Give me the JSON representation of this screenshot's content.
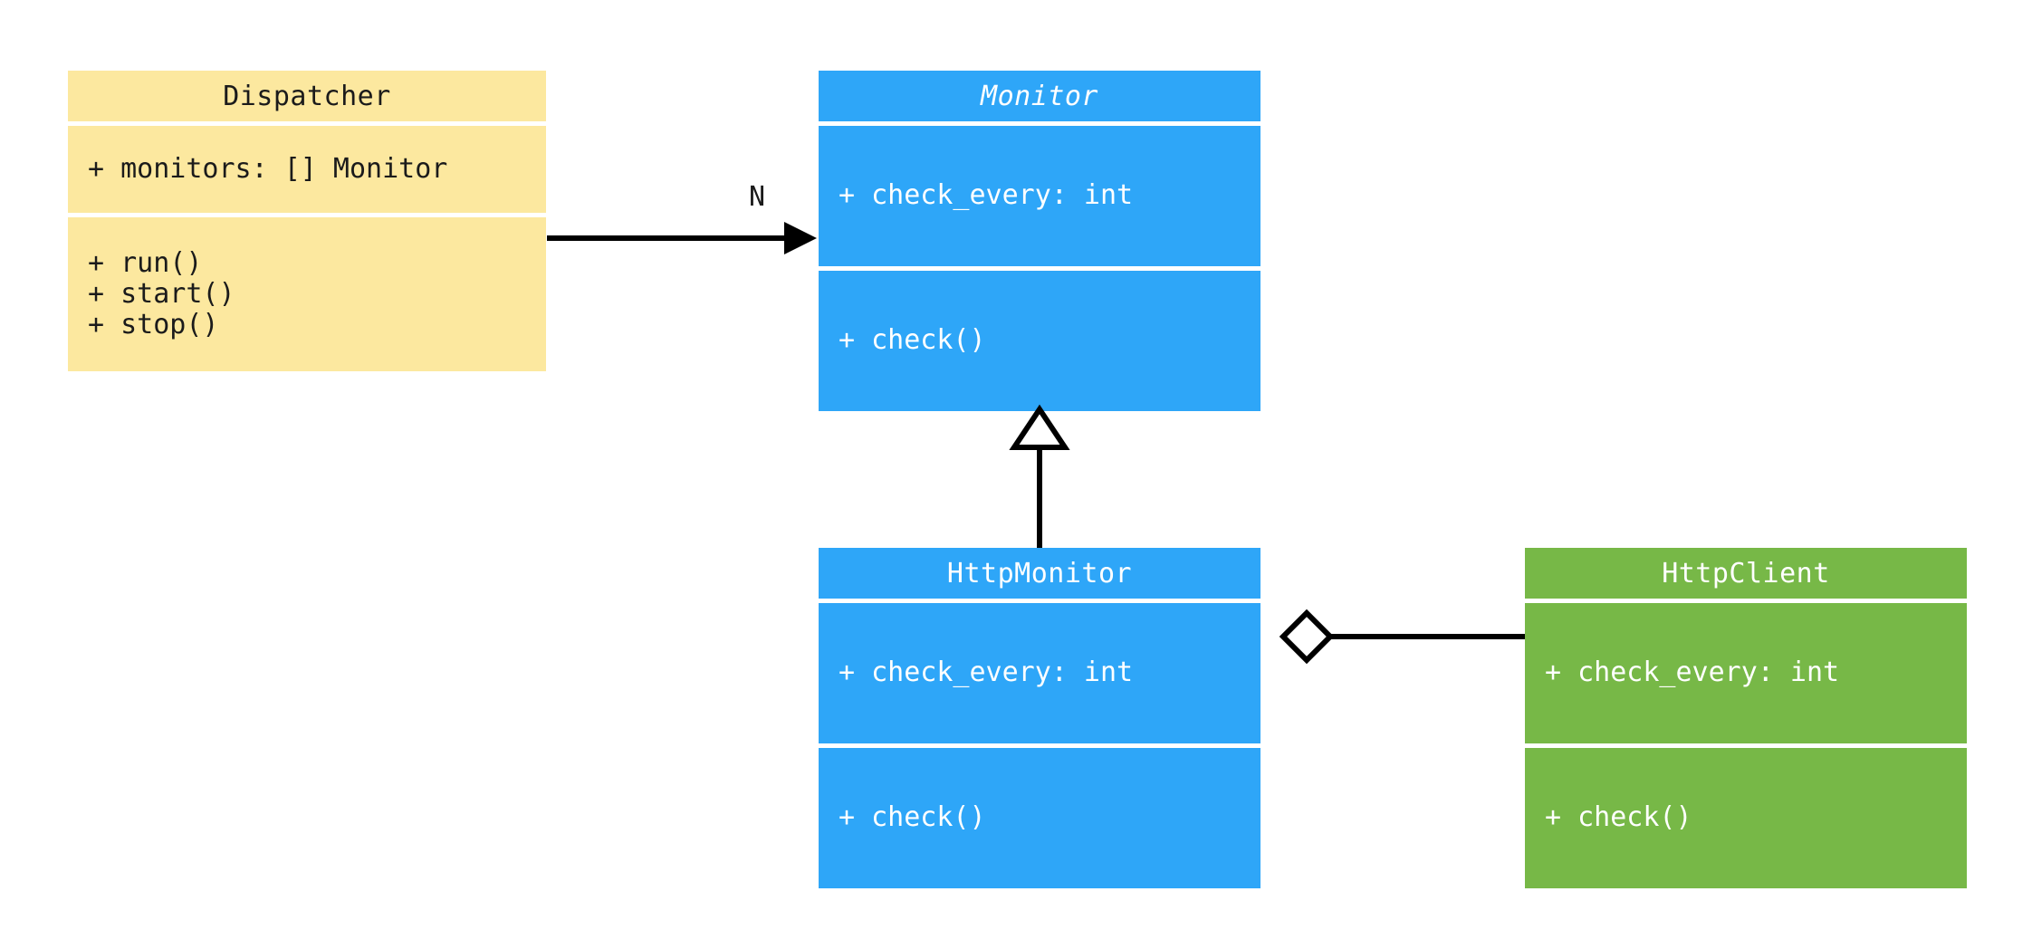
{
  "diagram": {
    "kind": "uml-class-diagram",
    "background": "#ffffff",
    "palette": {
      "yellow": "#fce89f",
      "blue": "#2ea6f8",
      "green": "#77b847",
      "line": "#000000",
      "dark_text": "#1b1b1b",
      "light_text": "#ffffff"
    }
  },
  "classes": {
    "dispatcher": {
      "name": "Dispatcher",
      "abstract": false,
      "color": "#fce89f",
      "attributes": [
        "+ monitors: [] Monitor"
      ],
      "operations": [
        "+ run()",
        "+ start()",
        "+ stop()"
      ]
    },
    "monitor": {
      "name": "Monitor",
      "abstract": true,
      "color": "#2ea6f8",
      "attributes": [
        "+ check_every: int"
      ],
      "operations": [
        "+ check()"
      ]
    },
    "http_monitor": {
      "name": "HttpMonitor",
      "abstract": false,
      "color": "#2ea6f8",
      "attributes": [
        "+ check_every: int"
      ],
      "operations": [
        "+ check()"
      ]
    },
    "http_client": {
      "name": "HttpClient",
      "abstract": false,
      "color": "#77b847",
      "attributes": [
        "+ check_every: int"
      ],
      "operations": [
        "+ check()"
      ]
    }
  },
  "relationships": [
    {
      "id": "dispatcher-to-monitor",
      "from": "Dispatcher",
      "to": "Monitor",
      "type": "association",
      "arrowhead": "filled-arrow",
      "label": "N"
    },
    {
      "id": "httpmonitor-inherits-monitor",
      "from": "HttpMonitor",
      "to": "Monitor",
      "type": "generalization",
      "arrowhead": "hollow-triangle",
      "label": ""
    },
    {
      "id": "httpmonitor-aggregates-httpclient",
      "from": "HttpMonitor",
      "to": "HttpClient",
      "type": "aggregation",
      "arrowhead": "hollow-diamond",
      "label": ""
    }
  ]
}
